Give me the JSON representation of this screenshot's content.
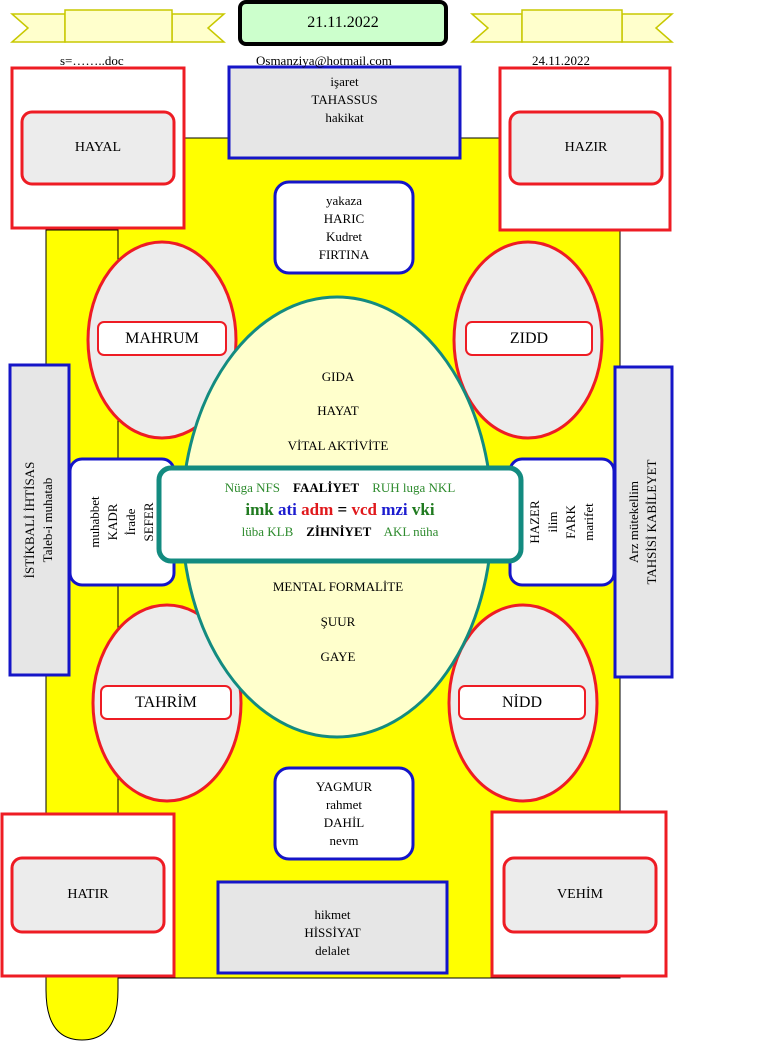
{
  "header": {
    "date_box": "21.11.2022",
    "left_note": "s=……..doc",
    "email": "Osmanziya@hotmail.com",
    "right_date": "24.11.2022"
  },
  "corners": {
    "top_left": "HAYAL",
    "top_right": "HAZIR",
    "bottom_left": "HATIR",
    "bottom_right": "VEHİM"
  },
  "top_blue": [
    "işaret",
    "TAHASSUS",
    "hakikat"
  ],
  "bottom_blue": [
    "hikmet",
    "HİSSİYAT",
    "delalet"
  ],
  "top_round": [
    "yakaza",
    "HARIC",
    "Kudret",
    "FIRTINA"
  ],
  "bottom_round": [
    "YAGMUR",
    "rahmet",
    "DAHİL",
    "nevm"
  ],
  "ovals": {
    "top_left": "MAHRUM",
    "top_right": "ZIDD",
    "bottom_left": "TAHRİM",
    "bottom_right": "NİDD"
  },
  "center_oval": {
    "upper": [
      "GIDA",
      "HAYAT",
      "VİTAL AKTİVİTE"
    ],
    "lower": [
      "MENTAL FORMALİTE",
      "ŞUUR",
      "GAYE"
    ]
  },
  "center_box": {
    "row1": {
      "left": "Nüga NFS",
      "mid": "FAALİYET",
      "right": "RUH luga NKL"
    },
    "row2": {
      "a": "imk",
      "b": "ati",
      "c": "adm",
      "d": "=",
      "e": "vcd",
      "f": "mzi",
      "g": "vki"
    },
    "row3": {
      "left": "lüba KLB",
      "mid": "ZİHNİYET",
      "right": "AKL nüha"
    }
  },
  "left_panel": {
    "line1": "İSTİKBALİ İHTİSAS",
    "line2": "Taleb-i muhatab"
  },
  "right_panel": {
    "line1": "Arz mütekellim",
    "line2": "TAHSİSİ KABİLEYET"
  },
  "left_small": [
    "muhabbet",
    "KADR",
    "İrade",
    "SEFER"
  ],
  "right_small": [
    "HAZER",
    "ilim",
    "FARK",
    "marifet"
  ],
  "colors": {
    "yellow": "#ffff00",
    "red": "#ee1c24",
    "blue": "#1515c8",
    "teal": "#138b80",
    "oval_fill": "#ffffcc",
    "box_fill": "#ececec",
    "header_green": "#ccffcc"
  }
}
